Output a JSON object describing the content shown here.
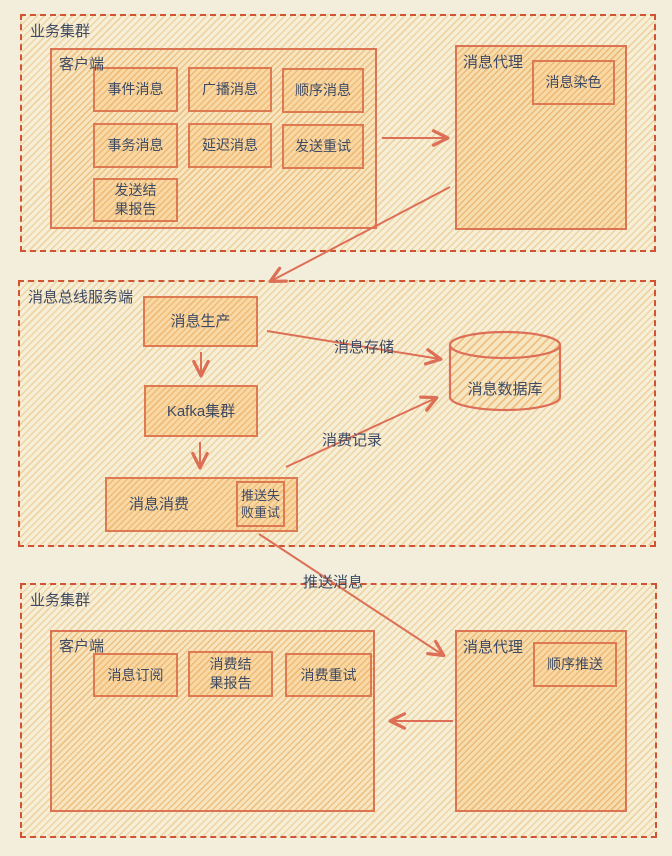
{
  "colors": {
    "page_background": "#f2eedb",
    "section_border": "#d05434",
    "box_border": "#dc7454",
    "arrow": "#dc6f55",
    "text": "#3e4a64"
  },
  "top_section": {
    "title": "业务集群",
    "client": {
      "title": "客户端",
      "items": [
        "事件消息",
        "广播消息",
        "顺序消息",
        "事务消息",
        "延迟消息",
        "发送重试",
        "发送结\n果报告"
      ]
    },
    "broker": {
      "title": "消息代理",
      "feature": "消息染色"
    }
  },
  "middle_section": {
    "title": "消息总线服务端",
    "producer": "消息生产",
    "kafka": "Kafka集群",
    "consumer": "消息消费",
    "push_retry": "推送失\n败重试",
    "database": "消息数据库",
    "edge_store": "消息存储",
    "edge_record": "消费记录"
  },
  "bottom_section": {
    "title": "业务集群",
    "client": {
      "title": "客户端",
      "items": [
        "消息订阅",
        "消费结\n果报告",
        "消费重试"
      ]
    },
    "broker": {
      "title": "消息代理",
      "feature": "顺序推送"
    },
    "edge_push": "推送消息"
  }
}
